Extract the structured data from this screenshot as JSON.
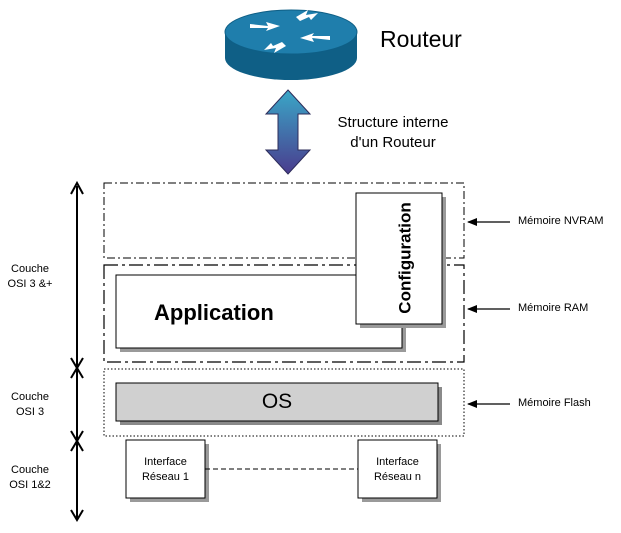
{
  "router": {
    "label": "Routeur"
  },
  "structure": {
    "line1": "Structure interne",
    "line2": "d'un Routeur"
  },
  "blocks": {
    "configuration": "Configuration",
    "application": "Application",
    "os": "OS",
    "interface1": {
      "line1": "Interface",
      "line2": "Réseau 1"
    },
    "interfacen": {
      "line1": "Interface",
      "line2": "Réseau n"
    }
  },
  "memories": {
    "nvram": "Mémoire NVRAM",
    "ram": "Mémoire RAM",
    "flash": "Mémoire Flash"
  },
  "layers": {
    "upper": {
      "line1": "Couche",
      "line2": "OSI 3 &+"
    },
    "middle": {
      "line1": "Couche",
      "line2": "OSI 3"
    },
    "lower": {
      "line1": "Couche",
      "line2": "OSI 1&2"
    }
  },
  "colors": {
    "router_top": "#1f7eac",
    "router_side": "#0f5f86",
    "os_fill": "#d0d0d0",
    "arrow_top": "#3aa7c7",
    "arrow_bottom": "#4a3c8e"
  },
  "icons": {
    "router": "router-icon",
    "double_arrow": "double-arrow-icon"
  }
}
